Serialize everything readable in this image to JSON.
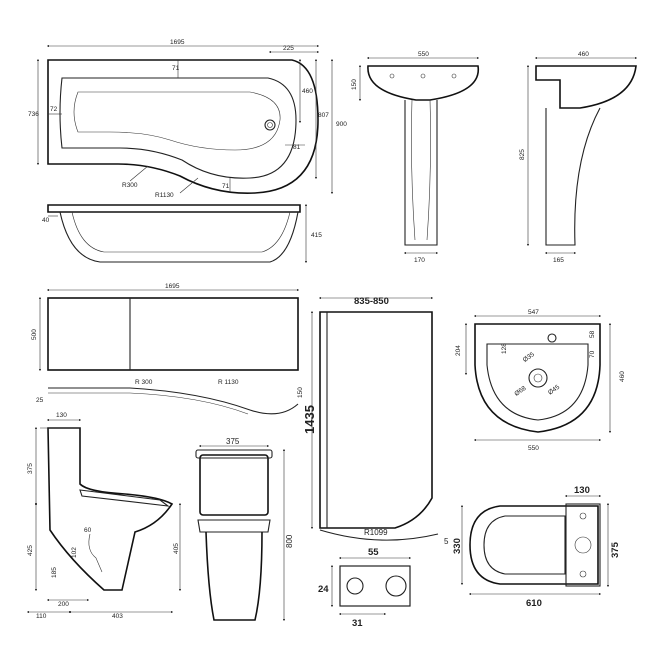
{
  "bath_top": {
    "length": "1695",
    "end_width": "225",
    "top_gap": "71",
    "left_inset": "72",
    "w736": "736",
    "w460": "460",
    "w807": "807",
    "w900": "900",
    "r81": "81",
    "r300": "R300",
    "r1130": "R1130",
    "bottom_gap": "71"
  },
  "bath_side": {
    "rim": "40",
    "height": "415"
  },
  "basin_front": {
    "width": "550",
    "depth": "150",
    "pedestal": "170"
  },
  "basin_side": {
    "width": "460",
    "height": "825",
    "pedestal": "165"
  },
  "bath_panel": {
    "length": "1695",
    "height": "500",
    "r300": "R 300",
    "r1130": "R 1130",
    "left": "25",
    "right": "150"
  },
  "screen": {
    "width": "835-850",
    "height": "1435",
    "radius": "R1099",
    "angle": "5",
    "profile_w": "55",
    "profile_h": "24",
    "profile_b": "31"
  },
  "basin_plan": {
    "width_top": "547",
    "width_bottom": "550",
    "depth": "460",
    "d204": "204",
    "d128": "128",
    "d58": "58",
    "d70": "70",
    "hole35": "Ø35",
    "hole68": "Ø68",
    "hole45": "Ø45"
  },
  "wc_side": {
    "top": "130",
    "d375": "375",
    "d425": "425",
    "d60": "60",
    "d102": "102",
    "d185": "185",
    "d200": "200",
    "d110": "110",
    "d403": "403",
    "d405": "405"
  },
  "wc_front": {
    "width": "375",
    "height": "800"
  },
  "wc_plan": {
    "top": "130",
    "depth": "330",
    "side": "375",
    "length": "610"
  }
}
